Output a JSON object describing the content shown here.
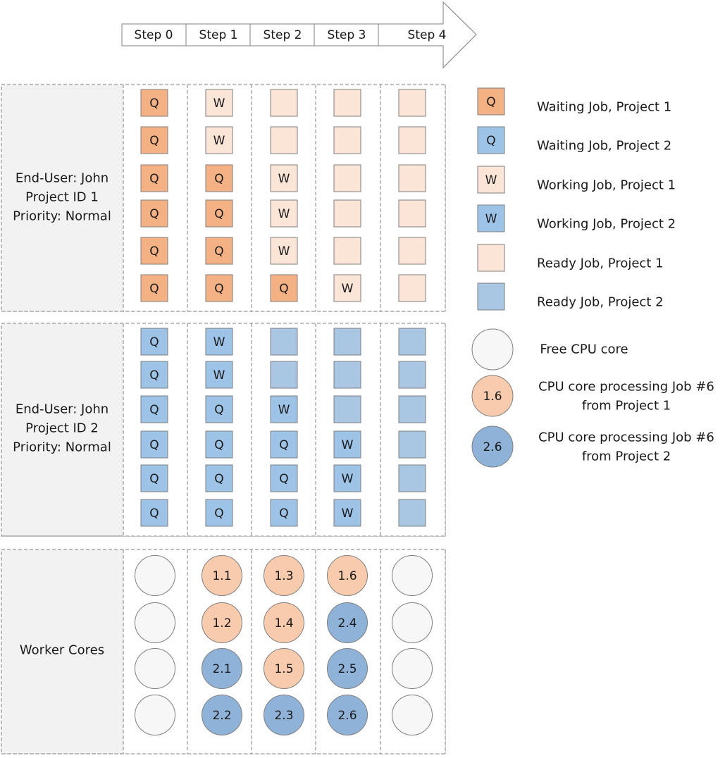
{
  "steps": [
    "Step 0",
    "Step 1",
    "Step 2",
    "Step 3",
    "Step 4"
  ],
  "colors": {
    "orange_dark": "#f4b183",
    "orange_light": "#fbe5d6",
    "orange_circle": "#f8cbad",
    "blue_dark": "#9dc3e6",
    "blue_light": "#a9c6e3",
    "blue_circle": "#8fb2d8",
    "free_circle": "#f7f7f7",
    "panel_fill": "#f2f2f2",
    "stroke": "#7f7f7f"
  },
  "panels": [
    {
      "label": [
        "End-User: John",
        "Project ID 1",
        "Priority: Normal"
      ],
      "project": 1,
      "columns": [
        [
          "Q",
          "Q",
          "Q",
          "Q",
          "Q",
          "Q"
        ],
        [
          "W",
          "W",
          "Q",
          "Q",
          "Q",
          "Q"
        ],
        [
          "R",
          "R",
          "W",
          "W",
          "W",
          "Q"
        ],
        [
          "R",
          "R",
          "R",
          "R",
          "R",
          "W"
        ],
        [
          "R",
          "R",
          "R",
          "R",
          "R",
          "R"
        ]
      ]
    },
    {
      "label": [
        "End-User: John",
        "Project ID 2",
        "Priority: Normal"
      ],
      "project": 2,
      "columns": [
        [
          "Q",
          "Q",
          "Q",
          "Q",
          "Q",
          "Q"
        ],
        [
          "W",
          "W",
          "Q",
          "Q",
          "Q",
          "Q"
        ],
        [
          "R",
          "R",
          "W",
          "Q",
          "Q",
          "Q"
        ],
        [
          "R",
          "R",
          "R",
          "W",
          "W",
          "W"
        ],
        [
          "R",
          "R",
          "R",
          "R",
          "R",
          "R"
        ]
      ]
    }
  ],
  "cores": {
    "label": "Worker Cores",
    "columns": [
      [
        "",
        "",
        "",
        ""
      ],
      [
        "1.1",
        "1.2",
        "2.1",
        "2.2"
      ],
      [
        "1.3",
        "1.4",
        "1.5",
        "2.3"
      ],
      [
        "1.6",
        "2.4",
        "2.5",
        "2.6"
      ],
      [
        "",
        "",
        "",
        ""
      ]
    ]
  },
  "legend": [
    {
      "shape": "square",
      "state": "Q",
      "project": 1,
      "label": "Waiting Job, Project 1"
    },
    {
      "shape": "square",
      "state": "Q",
      "project": 2,
      "label": "Waiting Job, Project 2"
    },
    {
      "shape": "square",
      "state": "W",
      "project": 1,
      "label": "Working Job, Project 1"
    },
    {
      "shape": "square",
      "state": "W",
      "project": 2,
      "label": "Working Job, Project 2"
    },
    {
      "shape": "square",
      "state": "R",
      "project": 1,
      "label": "Ready Job, Project 1"
    },
    {
      "shape": "square",
      "state": "R",
      "project": 2,
      "label": "Ready Job, Project 2"
    },
    {
      "shape": "circle",
      "text": "",
      "project": 0,
      "label": [
        "Free CPU core"
      ]
    },
    {
      "shape": "circle",
      "text": "1.6",
      "project": 1,
      "label": [
        "CPU core processing Job #6",
        "from Project 1"
      ]
    },
    {
      "shape": "circle",
      "text": "2.6",
      "project": 2,
      "label": [
        "CPU core processing Job #6",
        "from Project 2"
      ]
    }
  ]
}
